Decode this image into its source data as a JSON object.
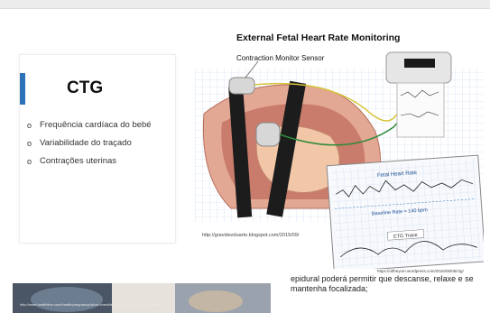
{
  "card": {
    "title": "CTG",
    "items": [
      "Frequência cardíaca do bebé",
      "Variabilidade do traçado",
      "Contrações uterinas"
    ]
  },
  "figure": {
    "title": "External Fetal Heart Rate Monitoring",
    "sensor_label": "Contraction Monitor Sensor",
    "trace_labels": {
      "fetal_heart_rate": "Fetal Heart Rate",
      "baseline_rate": "Baseline Rate = 140 bpm",
      "ctg_trace": "CTG Trace"
    },
    "source_left": "http://gravidezduarte.blogspot.com/2015/09/",
    "source_right": "https://oltheyum.wordpress.com/2016/06/06/ctg/"
  },
  "bottom": {
    "text": "epidural poderá permitir que descanse, relaxe e se mantenha focalizada;",
    "photo_credit": "http://www.healthline.com/health/pregnancy/labor-checklist-what-to-do-when-labor-starts"
  },
  "colors": {
    "accent": "#2e73b8",
    "belt": "#1c1c1c",
    "grid": "#c8d7ec",
    "skin": "#e3a894"
  }
}
